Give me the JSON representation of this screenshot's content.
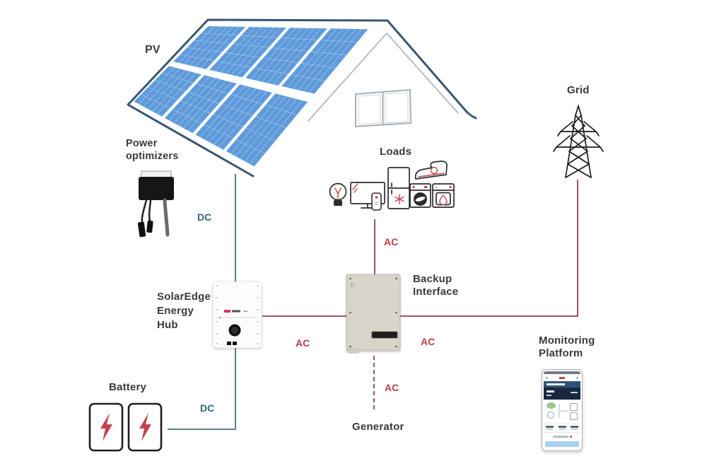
{
  "colors": {
    "dc-line": "#5d7f8f",
    "dc-text": "#2e657c",
    "ac-line": "#a3525d",
    "ac-text": "#b8404d",
    "label-text": "#3a3a3a",
    "panel-blue": "#5f9bdb",
    "panel-grid": "#9cc0ea",
    "roof-dark": "#395671",
    "gable-gray": "#a7afb5",
    "icon-dark": "#2d2d2d",
    "icon-red": "#c2434d"
  },
  "components": {
    "pv": {
      "label": "PV"
    },
    "power_optimizers": {
      "label": [
        "Power",
        "optimizers"
      ]
    },
    "inverter": {
      "label": [
        "SolarEdge",
        "Energy",
        "Hub"
      ]
    },
    "battery": {
      "label": "Battery"
    },
    "loads": {
      "label": "Loads"
    },
    "backup_interface": {
      "label": [
        "Backup",
        "Interface"
      ]
    },
    "generator": {
      "label": "Generator"
    },
    "grid": {
      "label": "Grid"
    },
    "monitoring": {
      "label": [
        "Monitoring",
        "Platform"
      ]
    }
  },
  "connections": {
    "pv_to_inverter": {
      "label": "DC",
      "type": "dc"
    },
    "battery_to_inverter": {
      "label": "DC",
      "type": "dc"
    },
    "inverter_to_backup": {
      "label": "AC",
      "type": "ac"
    },
    "loads_to_backup": {
      "label": "AC",
      "type": "ac"
    },
    "backup_to_grid": {
      "label": "AC",
      "type": "ac"
    },
    "backup_to_generator": {
      "label": "AC",
      "type": "ac",
      "style": "dashed"
    }
  }
}
